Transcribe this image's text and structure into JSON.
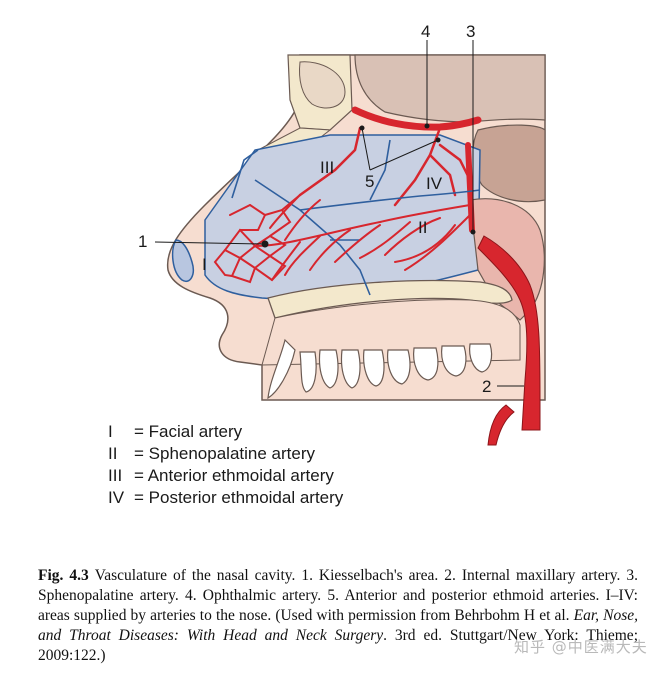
{
  "figure": {
    "callouts": {
      "c1": "1",
      "c2": "2",
      "c3": "3",
      "c4": "4",
      "c5": "5",
      "region_I": "I",
      "region_II": "II",
      "region_III": "III",
      "region_IV": "IV"
    },
    "colors": {
      "artery": "#d7262e",
      "cavity": "#c8d0e2",
      "boundary": "#2f5f9e",
      "bone": "#f3e8cc",
      "skin": "#f6ddd0",
      "mucosa": "#e9b6ad",
      "brain": "#b99a8a"
    }
  },
  "legend": [
    {
      "code": "I",
      "label": "= Facial artery"
    },
    {
      "code": "II",
      "label": "= Sphenopalatine artery"
    },
    {
      "code": "III",
      "label": "= Anterior ethmoidal artery"
    },
    {
      "code": "IV",
      "label": "= Posterior ethmoidal artery"
    }
  ],
  "caption": {
    "label": "Fig. 4.3",
    "text": "Vasculature of the nasal cavity. 1. Kiesselbach's area. 2. Internal maxillary artery. 3. Sphenopalatine artery. 4. Ophthalmic artery. 5. Anterior and posterior ethmoid arteries. I–IV: areas supplied by arteries to the nose. (Used with permission from Behrbohm H et al. ",
    "title_italic": "Ear, Nose, and Throat Diseases: With Head and Neck Surgery",
    "tail": ". 3rd ed. Stuttgart/New York: Thieme; 2009:122.)"
  },
  "watermark": "知乎 @中医满大夫"
}
